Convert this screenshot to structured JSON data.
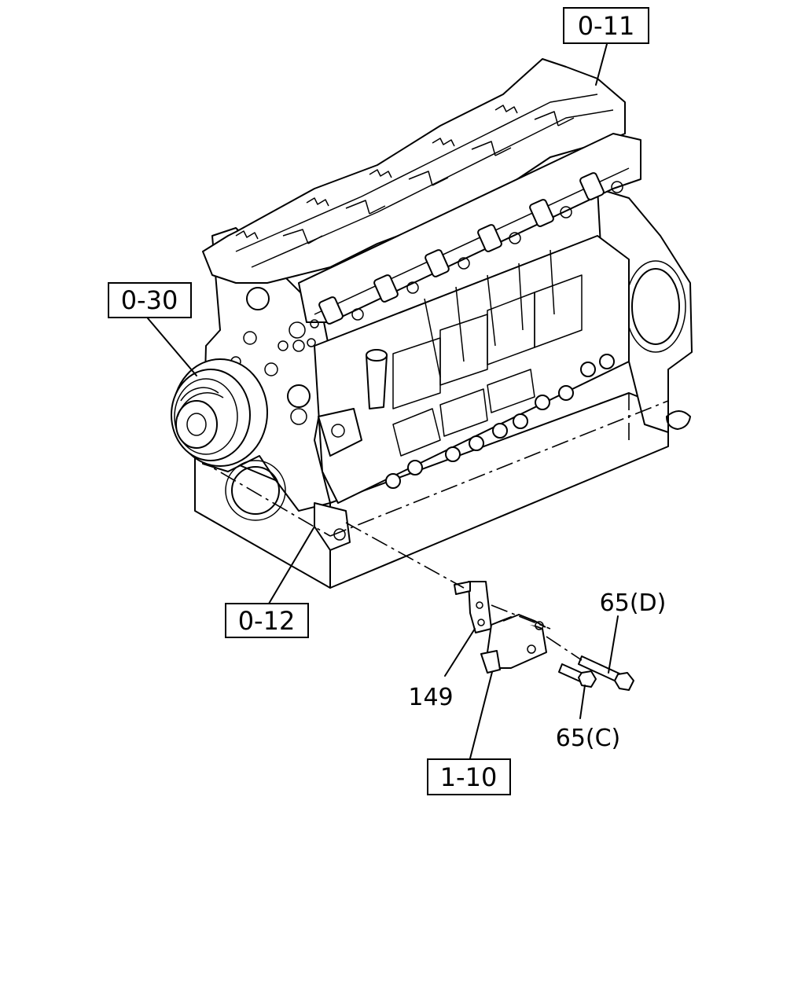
{
  "callouts": {
    "cylinder_head": "0-11",
    "crank_pulley": "0-30",
    "cylinder_block": "0-12",
    "engine_foot": "1-10",
    "bracket": "149",
    "bolt_d": "65(D)",
    "bolt_c": "65(C)"
  }
}
